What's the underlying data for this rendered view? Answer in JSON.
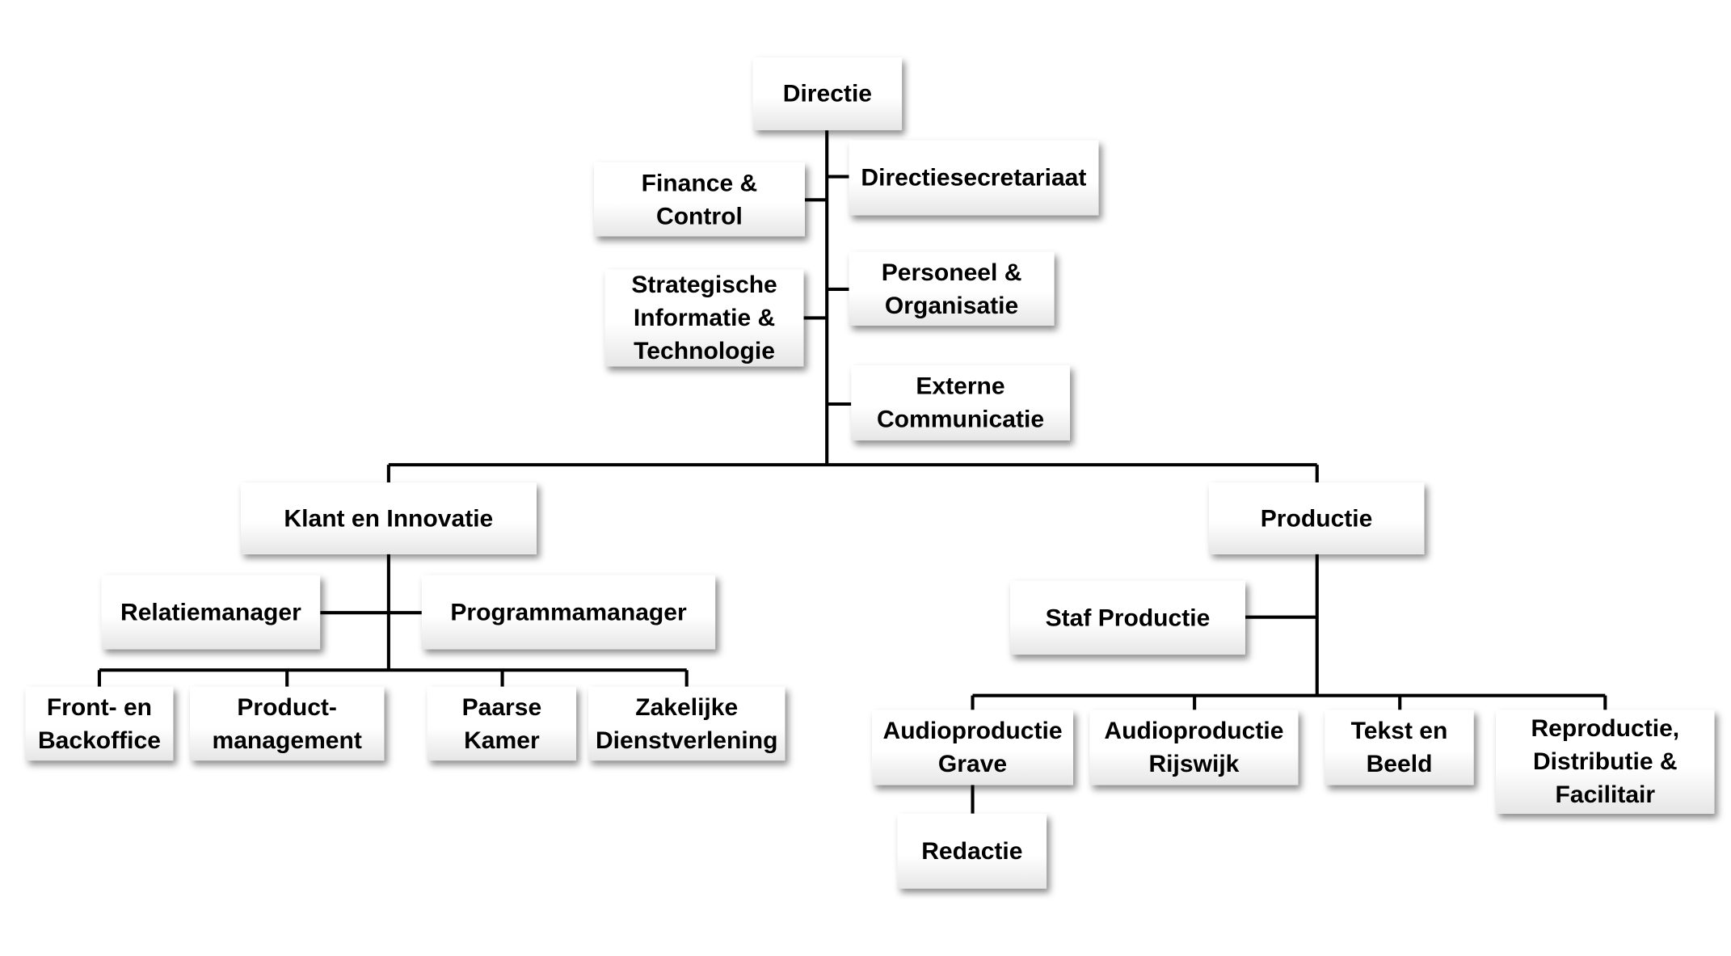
{
  "nodes": {
    "directie": "Directie",
    "finance": "Finance &\nControl",
    "secretariaat": "Directiesecretariaat",
    "strategische": "Strategische\nInformatie &\nTechnologie",
    "personeel": "Personeel &\nOrganisatie",
    "externe": "Externe\nCommunicatie",
    "klant": "Klant en Innovatie",
    "productie": "Productie",
    "relatiemanager": "Relatiemanager",
    "programmamanager": "Programmamanager",
    "staf": "Staf Productie",
    "front": "Front- en\nBackoffice",
    "productmanagement": "Product-\nmanagement",
    "paarse": "Paarse\nKamer",
    "zakelijke": "Zakelijke\nDienstverlening",
    "grave": "Audioproductie\nGrave",
    "rijswijk": "Audioproductie\nRijswijk",
    "tekst": "Tekst en\nBeeld",
    "reproductie": "Reproductie,\nDistributie &\nFacilitair",
    "redactie": "Redactie"
  }
}
